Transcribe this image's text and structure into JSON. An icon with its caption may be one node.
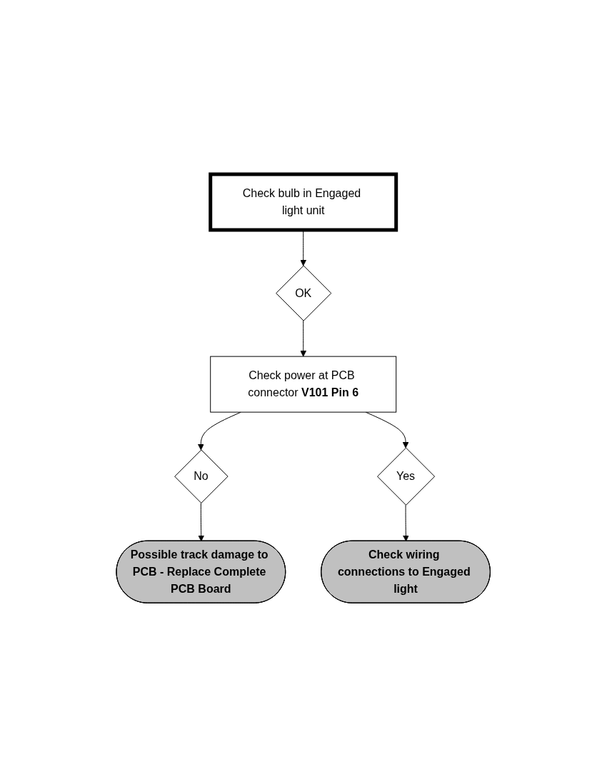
{
  "diagram": {
    "nodes": [
      {
        "text": [
          "Check bulb in Engaged light unit"
        ]
      },
      {
        "text": [
          "OK"
        ]
      },
      {
        "text": [
          "Check power at PCB connector **V101 Pin 6**"
        ]
      },
      {
        "text": [
          "No"
        ]
      },
      {
        "text": [
          "Possible track damage to PCB - Replace Complete PCB Board"
        ]
      },
      {
        "text": [
          "Yes"
        ]
      },
      {
        "text": [
          "Check wiring connections to Engaged light"
        ]
      }
    ],
    "edges": [
      {
        "from": 0,
        "to": 1,
        "arrow": "to"
      },
      {
        "from": 1,
        "to": 2,
        "arrow": "to"
      },
      {
        "from": 2,
        "to": 3,
        "arrow": "to"
      },
      {
        "from": 3,
        "to": 4,
        "arrow": "to"
      },
      {
        "from": 2,
        "to": 5,
        "arrow": "to"
      },
      {
        "from": 5,
        "to": 6,
        "arrow": "to"
      }
    ]
  }
}
